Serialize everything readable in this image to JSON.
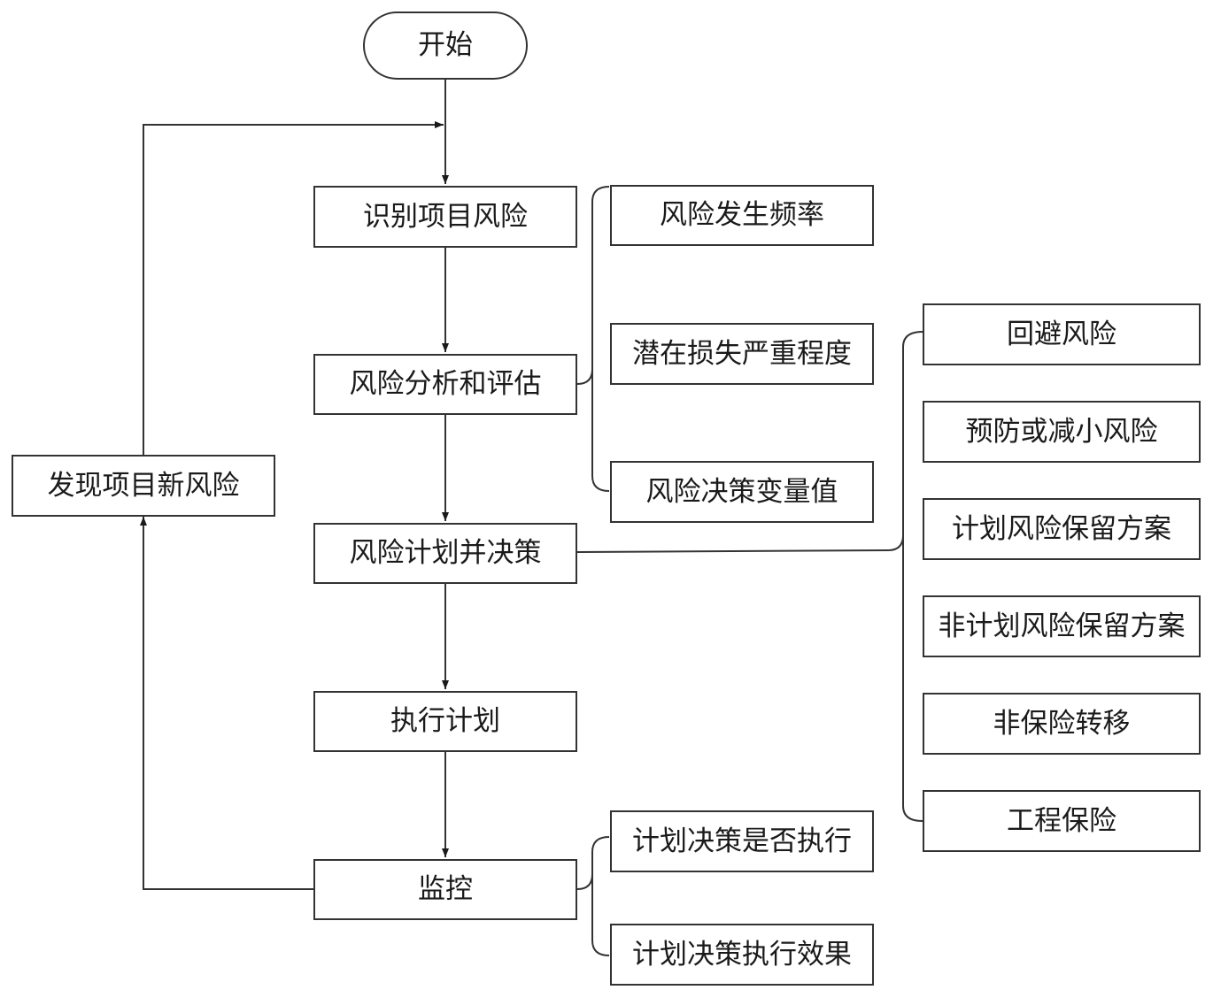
{
  "start": "开始",
  "main_flow": {
    "identify": "识别项目风险",
    "analyze": "风险分析和评估",
    "plan": "风险计划并决策",
    "execute": "执行计划",
    "monitor": "监控"
  },
  "feedback": {
    "new_risk": "发现项目新风险"
  },
  "analysis_factors": [
    "风险发生频率",
    "潜在损失严重程度",
    "风险决策变量值"
  ],
  "plan_options": [
    "回避风险",
    "预防或减小风险",
    "计划风险保留方案",
    "非计划风险保留方案",
    "非保险转移",
    "工程保险"
  ],
  "monitor_checks": [
    "计划决策是否执行",
    "计划决策执行效果"
  ],
  "colors": {
    "line": "#333333",
    "text": "#1a1a1a",
    "background": "#ffffff"
  }
}
